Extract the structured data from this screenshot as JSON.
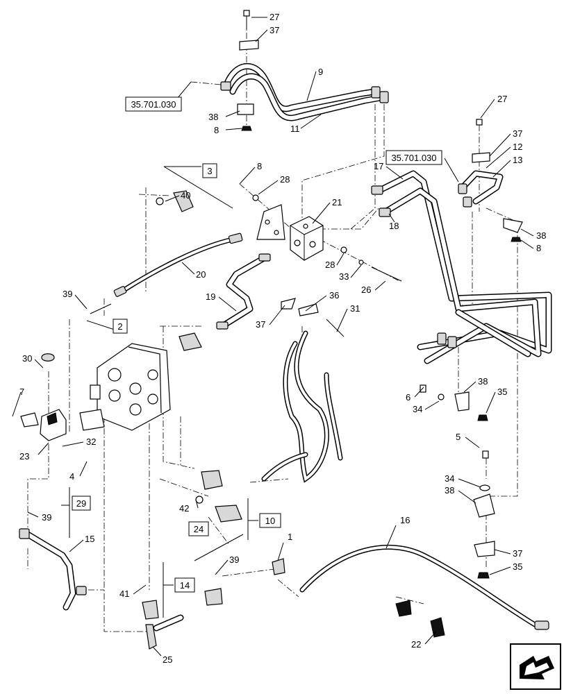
{
  "callouts": {
    "c27a": "27",
    "c37a": "37",
    "c9": "9",
    "c11": "11",
    "c38a": "38",
    "c8a": "8",
    "c27b": "27",
    "c37b": "37",
    "c12": "12",
    "c13": "13",
    "c17": "17",
    "c18": "18",
    "c38b": "38",
    "c8b": "8",
    "c8c": "8",
    "c28a": "28",
    "c21": "21",
    "c40": "40",
    "c20": "20",
    "c28b": "28",
    "c33": "33",
    "c26": "26",
    "c19": "19",
    "c39a": "39",
    "c36": "36",
    "c31": "31",
    "c37c": "37",
    "c30": "30",
    "c7": "7",
    "c23": "23",
    "c32": "32",
    "c4": "4",
    "c6": "6",
    "c34a": "34",
    "c38c": "38",
    "c35a": "35",
    "c5": "5",
    "c34b": "34",
    "c38d": "38",
    "c37d": "37",
    "c35b": "35",
    "c39b": "39",
    "c15": "15",
    "c42": "42",
    "c16": "16",
    "c1": "1",
    "c39c": "39",
    "c41": "41",
    "c25": "25",
    "c22": "22"
  },
  "boxed_refs": {
    "b3": "3",
    "b2": "2",
    "b29": "29",
    "b10": "10",
    "b24": "24",
    "b14": "14"
  },
  "section_refs": {
    "s1": "35.701.030",
    "s2": "35.701.030"
  },
  "icons": {
    "nav": "arrow-navigation-icon"
  }
}
